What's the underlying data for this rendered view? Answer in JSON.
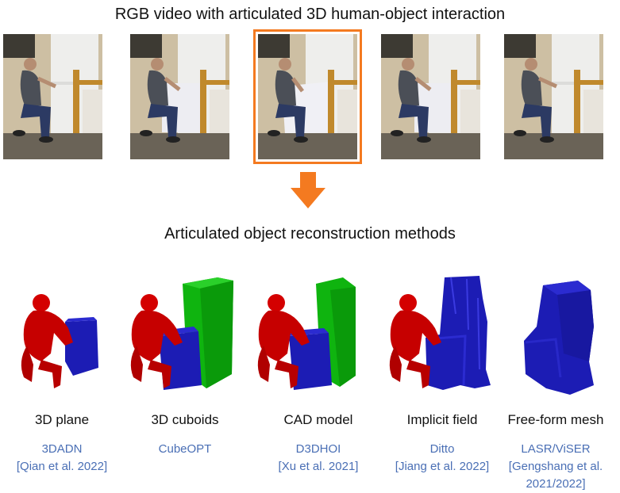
{
  "title_top": "RGB video with articulated 3D human-object interaction",
  "title_mid": "Articulated object reconstruction methods",
  "selected_frame_index": 2,
  "colors": {
    "highlight": "#f47a20",
    "human": "#d40000",
    "cuboid_blue": "#1c1cb4",
    "cuboid_green": "#0fb40f",
    "citation": "#4a6fb5"
  },
  "methods": [
    {
      "label": "3D plane",
      "cite": [
        "3DADN",
        "[Qian et al. 2022]"
      ]
    },
    {
      "label": "3D cuboids",
      "cite": [
        "CubeOPT"
      ]
    },
    {
      "label": "CAD model",
      "cite": [
        "D3DHOI",
        "[Xu et al. 2021]"
      ]
    },
    {
      "label": "Implicit field",
      "cite": [
        "Ditto",
        "[Jiang et al. 2022]"
      ]
    },
    {
      "label": "Free-form  mesh",
      "cite": [
        "LASR/ViSER",
        "[Gengshang et al.",
        "2021/2022]"
      ]
    }
  ]
}
